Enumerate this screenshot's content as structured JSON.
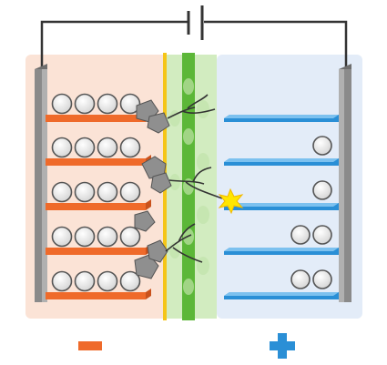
{
  "terminals": {
    "negative": "−",
    "positive": "+"
  },
  "colors": {
    "anode_region": "#fbe3d6",
    "cathode_region": "#e3ecf8",
    "separator_light": "#d2ecc0",
    "separator_green": "#5cb738",
    "separator_yellow": "#f5c518",
    "anode_plate": "#ef6a2a",
    "cathode_plate": "#2a8fd6",
    "current_collector": "#8a8a8a",
    "lithium_ion": "#e9e9e9",
    "dendrite": "#8f8f8f",
    "short_circuit_spark": "#ffe600",
    "wire": "#333333",
    "minus_sign": "#ef6a2a",
    "plus_sign": "#2a8fd6"
  },
  "anode": {
    "layers": [
      {
        "ions": 4
      },
      {
        "ions": 4
      },
      {
        "ions": 4
      },
      {
        "ions": 4
      },
      {
        "ions": 4
      }
    ]
  },
  "cathode": {
    "layers": [
      {
        "ions": 0
      },
      {
        "ions": 1
      },
      {
        "ions": 1
      },
      {
        "ions": 2
      },
      {
        "ions": 2
      }
    ]
  },
  "dendrites": {
    "count": 4,
    "short_circuit_spark": true
  },
  "icons": [
    "battery-symbol-icon",
    "dendrite-icon",
    "spark-icon",
    "minus-sign-icon",
    "plus-sign-icon"
  ]
}
